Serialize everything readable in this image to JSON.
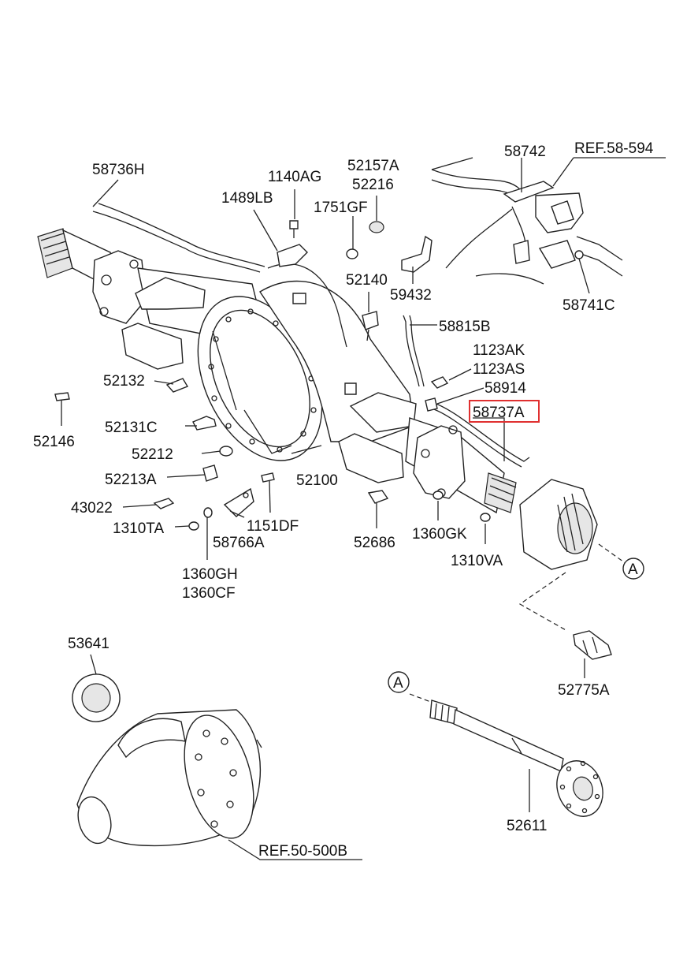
{
  "diagram": {
    "labels": {
      "p58736H": "58736H",
      "p1140AG": "1140AG",
      "p52157A": "52157A",
      "p52216": "52216",
      "p1489LB": "1489LB",
      "p1751GF": "1751GF",
      "p58742": "58742",
      "ref58594": "REF.58-594",
      "p59432": "59432",
      "p52140": "52140",
      "p58741C": "58741C",
      "p58815B": "58815B",
      "p1123AK": "1123AK",
      "p1123AS": "1123AS",
      "p52132": "52132",
      "p58914": "58914",
      "p58737A": "58737A",
      "p52146": "52146",
      "p52131C": "52131C",
      "p52212": "52212",
      "p52213A": "52213A",
      "p52100": "52100",
      "p43022": "43022",
      "p1310TA": "1310TA",
      "p1151DF": "1151DF",
      "p58766A": "58766A",
      "p52686": "52686",
      "p1360GK": "1360GK",
      "p1310VA": "1310VA",
      "p1360GH": "1360GH",
      "p1360CF": "1360CF",
      "p53641": "53641",
      "p52775A": "52775A",
      "p52611": "52611",
      "ref50500B": "REF.50-500B",
      "markerA": "A"
    },
    "highlight_part": "58737A",
    "highlight_color": "#e03030"
  }
}
